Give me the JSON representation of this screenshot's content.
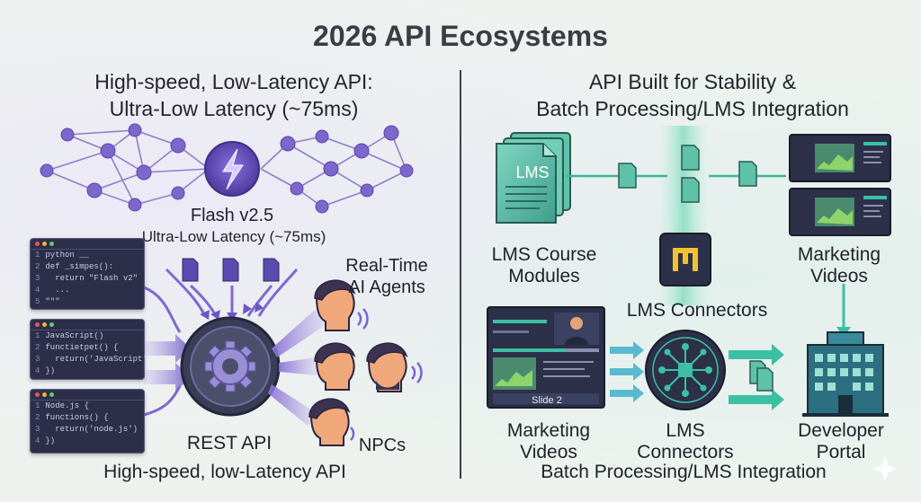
{
  "title": "2026 API Ecosystems",
  "left": {
    "heading_line1": "High-speed, Low-Latency API:",
    "heading_line2": "Ultra-Low Latency (~75ms)",
    "flash_label": "Flash v2.5",
    "flash_sub": "Ultra-Low Latency (~75ms)",
    "code_python": [
      "python __",
      "def _simpes():",
      "  return \"Flash v2\"",
      "  ...",
      "\"\"\""
    ],
    "code_js": [
      "JavaScript()",
      "functietpet() {",
      "  return('JavaScript'",
      "})"
    ],
    "code_node": [
      "Node.js {",
      "functions() {",
      "  return('node.js')",
      "})"
    ],
    "agents_line1": "Real-Time",
    "agents_line2": "AI Agents",
    "rest_label": "REST API",
    "npcs_label": "NPCs",
    "footer": "High-speed, low-Latency API"
  },
  "right": {
    "heading_line1": "API Built for Stability &",
    "heading_line2": "Batch Processing/LMS Integration",
    "lms_doc_text": "LMS",
    "lms_course_line1": "LMS Course",
    "lms_course_line2": "Modules",
    "marketing_top_line1": "Marketing",
    "marketing_top_line2": "Videos",
    "lms_connectors_mid": "LMS Connectors",
    "slide_label": "Slide 2",
    "marketing_bottom_line1": "Marketing",
    "marketing_bottom_line2": "Videos",
    "connectors_bottom_line1": "LMS",
    "connectors_bottom_line2": "Connectors",
    "portal_line1": "Developer",
    "portal_line2": "Portal",
    "footer": "Batch Processing/LMS Integration"
  },
  "colors": {
    "accent_purple": "#7b5fd0",
    "accent_teal": "#3dbfa4",
    "dark_navy": "#2c3048",
    "gold": "#f2c12e"
  },
  "icons": [
    "lightning-icon",
    "gear-icon",
    "document-icon",
    "building-icon",
    "network-hub-icon",
    "person-head-icon",
    "video-thumbnail-icon"
  ]
}
